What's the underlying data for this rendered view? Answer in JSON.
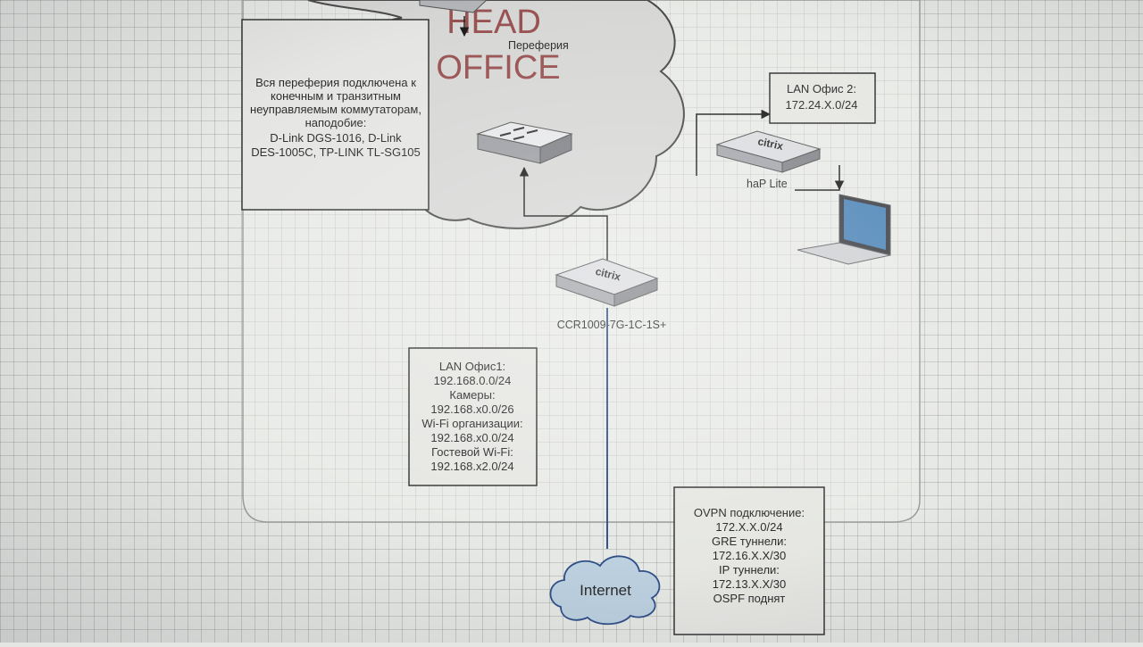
{
  "cloud_title_line1": "HEAD",
  "cloud_title_line2": "OFFICE",
  "periphery_label": "Переферия",
  "periphery_note": [
    "Вся переферия подключена к",
    "конечным и транзитным",
    "неуправляемым коммутаторам,",
    "наподобие:",
    "D-Link DGS-1016, D-Link",
    "DES-1005C, TP-LINK TL-SG105"
  ],
  "lan2_note": [
    "LAN Офис 2:",
    "172.24.X.0/24"
  ],
  "hap_label": "haP Lite",
  "ccr_label": "CCR1009-7G-1C-1S+",
  "lan1_note": [
    "LAN Офис1:",
    "192.168.0.0/24",
    "Камеры:",
    "192.168.x0.0/26",
    "Wi-Fi организации:",
    "192.168.x0.0/24",
    "Гостевой Wi-Fi:",
    "192.168.x2.0/24"
  ],
  "vpn_note": [
    "OVPN подключение:",
    "172.X.X.0/24",
    "GRE туннели:",
    "172.16.X.X/30",
    "IP туннели:",
    "172.13.X.X/30",
    "OSPF поднят"
  ],
  "internet_label": "Internet",
  "router_brand": "citrix",
  "colors": {
    "head_office_text": "#8e3b3b",
    "cloud_fill": "#d9dad8",
    "internet_cloud": "#bcd0e0",
    "internet_line": "#2f4f86",
    "router_body": "#c9cbcf",
    "laptop_screen": "#4f86b8"
  }
}
